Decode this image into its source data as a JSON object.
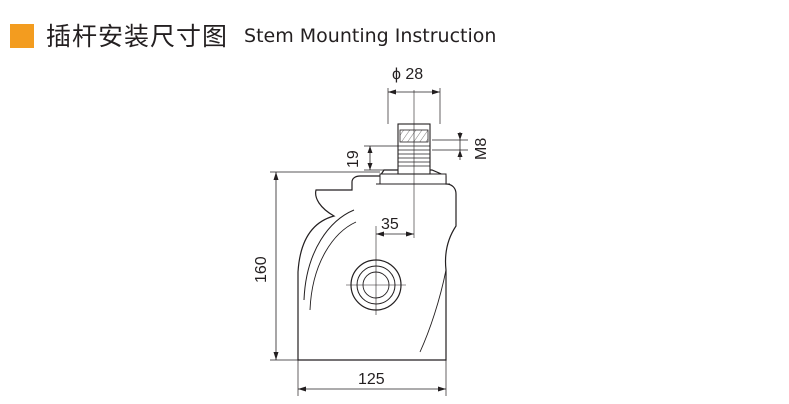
{
  "header": {
    "title_cn": "插杆安装尺寸图",
    "title_en": "Stem Mounting Instruction"
  },
  "colors": {
    "accent": "#f39c1f",
    "line": "#231f20",
    "fill": "#ffffff"
  },
  "dimensions": {
    "stem_diameter": "ϕ 28",
    "thread": "M8",
    "stem_length": "19",
    "offset": "35",
    "height": "160",
    "width": "125"
  }
}
